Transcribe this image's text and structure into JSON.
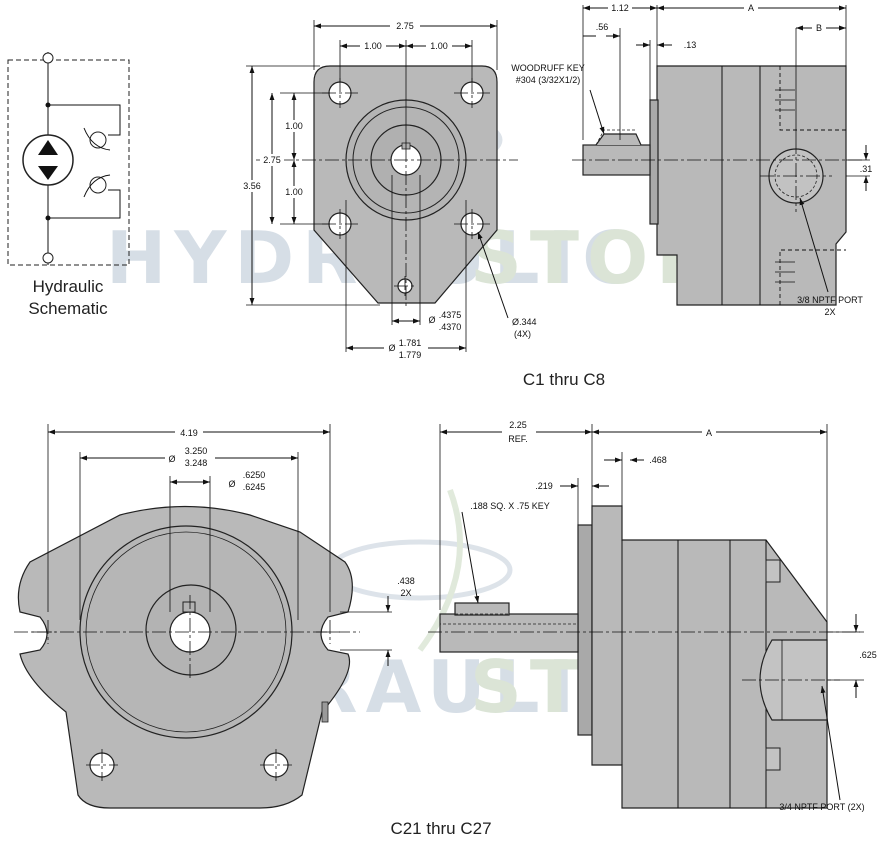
{
  "watermark": {
    "word1": "HYDRAULIC",
    "word2": "STORE",
    "color1": "#c9d3de",
    "color2": "#cfdcc9"
  },
  "schematic": {
    "label_line1": "Hydraulic",
    "label_line2": "Schematic"
  },
  "top_view": {
    "caption": "C1 thru C8",
    "dims": {
      "width_275": "2.75",
      "bolt_100_left": "1.00",
      "bolt_100_right": "1.00",
      "v_100_top": "1.00",
      "v_100_bottom": "1.00",
      "height_275": "2.75",
      "height_356": "3.56",
      "shaft_dia_a": ".4375",
      "shaft_dia_b": ".4370",
      "pilot_dia_a": "1.781",
      "pilot_dia_b": "1.779",
      "dia_symbol": "Ø",
      "hole_dia": "Ø.344",
      "hole_count": "(4X)",
      "len_112": "1.12",
      "len_a": "A",
      "len_56": ".56",
      "len_13": ".13",
      "len_b": "B",
      "key_line1": "WOODRUFF KEY",
      "key_line2": "#304 (3/32X1/2)",
      "port_offset": ".31",
      "port_line1": "3/8 NPTF PORT",
      "port_line2": "2X"
    }
  },
  "bottom_view": {
    "caption": "C21 thru C27",
    "dims": {
      "width_419": "4.19",
      "pilot_a": "3.250",
      "pilot_b": "3.248",
      "shaft_a": ".6250",
      "shaft_b": ".6245",
      "dia_symbol": "Ø",
      "slot_438": ".438",
      "slot_2x": "2X",
      "len_225": "2.25",
      "ref": "REF.",
      "len_a": "A",
      "len_219": ".219",
      "len_468": ".468",
      "key": ".188 SQ. X .75 KEY",
      "port_offset": ".625",
      "port": "3/4 NPTF PORT (2X)"
    }
  }
}
